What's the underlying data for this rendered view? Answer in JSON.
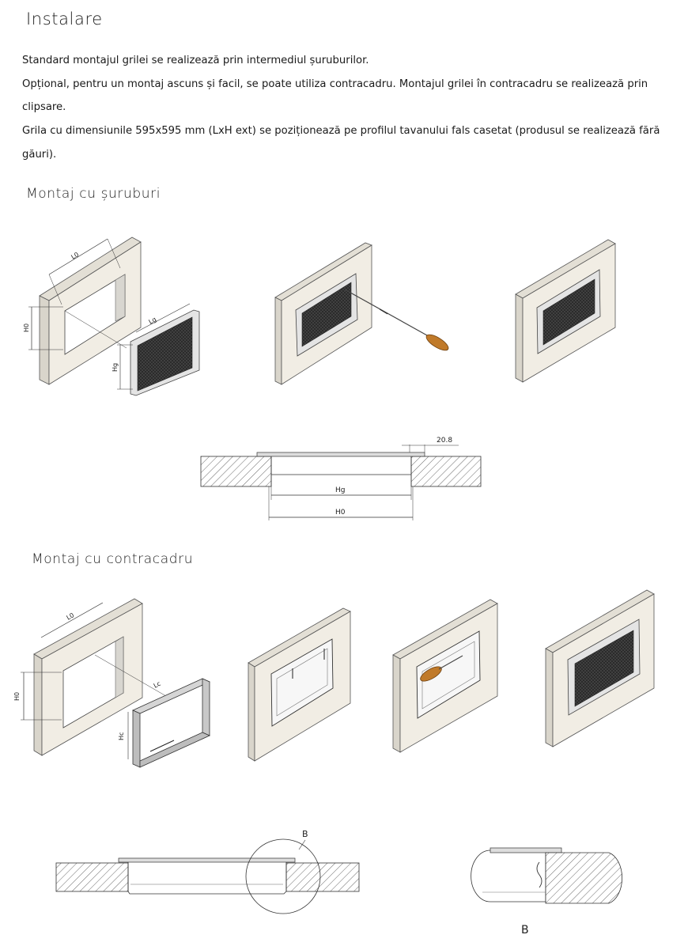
{
  "title": "Instalare",
  "paragraphs": [
    "Standard montajul grilei se realizează prin intermediul șuruburilor.",
    "Opțional, pentru un montaj ascuns și facil, se poate utiliza contracadru. Montajul grilei în contracadru se realizează prin clipsare.",
    "Grila cu dimensiunile 595x595 mm (LxH ext) se poziționează pe profilul tavanului fals casetat (produsul se realizează fără găuri)."
  ],
  "section_screws": {
    "heading": "Montaj cu șuruburi",
    "labels": {
      "l0": "L0",
      "h0": "H0",
      "lg": "Lg",
      "hg": "Hg"
    },
    "section_labels": {
      "dim": "20.8",
      "hg": "Hg",
      "h0": "H0"
    }
  },
  "section_frame": {
    "heading": "Montaj cu contracadru",
    "labels": {
      "l0": "L0",
      "h0": "H0",
      "lc": "Lc",
      "hc": "Hc"
    },
    "detail_label": "B",
    "detail_caption": "B"
  },
  "colors": {
    "wall": "#f1ede4",
    "mesh": "#2b2b2b",
    "line": "#333333",
    "handle": "#c07a2a"
  }
}
